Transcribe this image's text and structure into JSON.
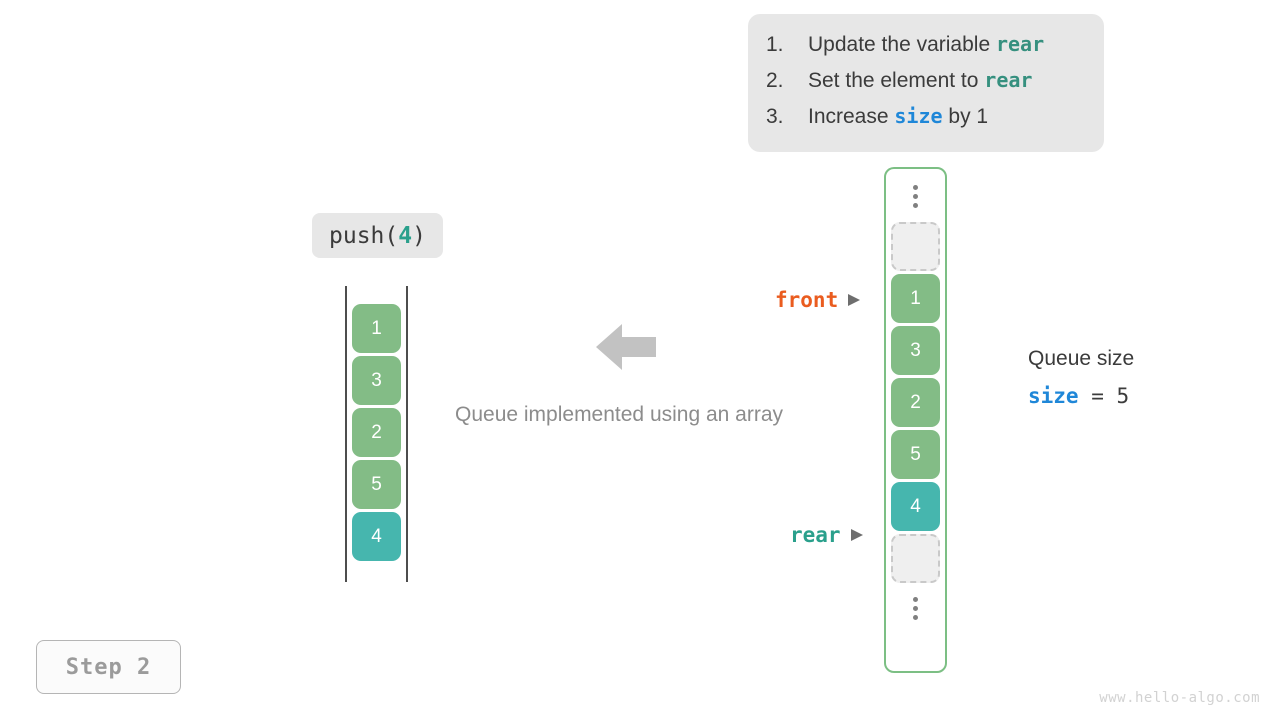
{
  "instructions": {
    "items": [
      {
        "index": "1.",
        "pre": "Update the variable ",
        "code": "rear",
        "code_style": "teal",
        "post": ""
      },
      {
        "index": "2.",
        "pre": "Set the element to ",
        "code": "rear",
        "code_style": "teal",
        "post": ""
      },
      {
        "index": "3.",
        "pre": "Increase ",
        "code": "size",
        "code_style": "blue",
        "post": " by 1"
      }
    ]
  },
  "operation": {
    "name": "push(",
    "argument": "4",
    "close": ")"
  },
  "caption": "Queue implemented using an array",
  "left_array": {
    "cells": [
      {
        "value": "1",
        "state": "filled"
      },
      {
        "value": "3",
        "state": "filled"
      },
      {
        "value": "2",
        "state": "filled"
      },
      {
        "value": "5",
        "state": "filled"
      },
      {
        "value": "4",
        "state": "highlight"
      }
    ]
  },
  "right_array": {
    "top_ellipsis": "⋮",
    "bottom_ellipsis": "⋮",
    "cells": [
      {
        "value": "",
        "state": "empty"
      },
      {
        "value": "1",
        "state": "filled"
      },
      {
        "value": "3",
        "state": "filled"
      },
      {
        "value": "2",
        "state": "filled"
      },
      {
        "value": "5",
        "state": "filled"
      },
      {
        "value": "4",
        "state": "highlight"
      },
      {
        "value": "",
        "state": "empty"
      }
    ]
  },
  "pointers": {
    "front": "front",
    "rear": "rear"
  },
  "size_panel": {
    "title": "Queue size",
    "variable": "size",
    "operator": " = ",
    "value": "5"
  },
  "step_badge": "Step 2",
  "watermark": "www.hello-algo.com",
  "colors": {
    "filled": "#83bc86",
    "highlight": "#46b6ae",
    "empty_fill": "#efefef",
    "empty_border": "#c9c9c9",
    "container_border": "#7cbf84",
    "front_label": "#ea5c1f",
    "rear_label": "#2aa08c",
    "size_var": "#1f87d8",
    "panel_bg": "#e7e7e7",
    "arrow": "#c2c2c2"
  }
}
